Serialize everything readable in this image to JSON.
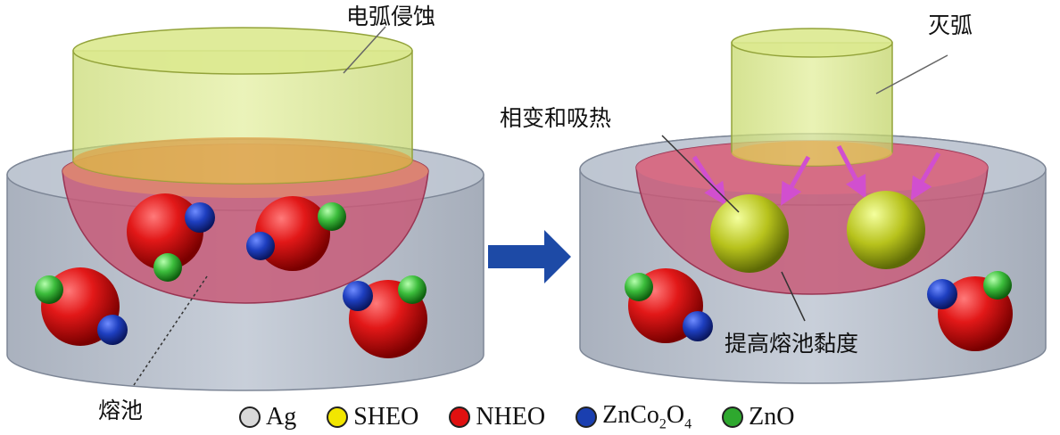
{
  "labels": {
    "arc_erosion": "电弧侵蚀",
    "arc_extinction": "灭弧",
    "phase_change": "相变和吸热",
    "viscosity": "提高熔池黏度",
    "molten_pool": "熔池"
  },
  "legend": [
    {
      "name": "Ag",
      "color": "#d9d9d9"
    },
    {
      "name": "SHEO",
      "color": "#f2e600"
    },
    {
      "name": "NHEO",
      "color": "#e01010"
    },
    {
      "name": "ZnCo₂O₄",
      "color": "#1a3fb0",
      "base": "ZnCo",
      "sub1": "2",
      "mid": "O",
      "sub2": "4"
    },
    {
      "name": "ZnO",
      "color": "#2ea82e"
    }
  ],
  "colors": {
    "cylinder": "#aab3c2",
    "electrode": "#d9e88a",
    "pool": "#c85a78",
    "arrow": "#1d4aa6",
    "heat_arrow": "#d14fcf"
  }
}
